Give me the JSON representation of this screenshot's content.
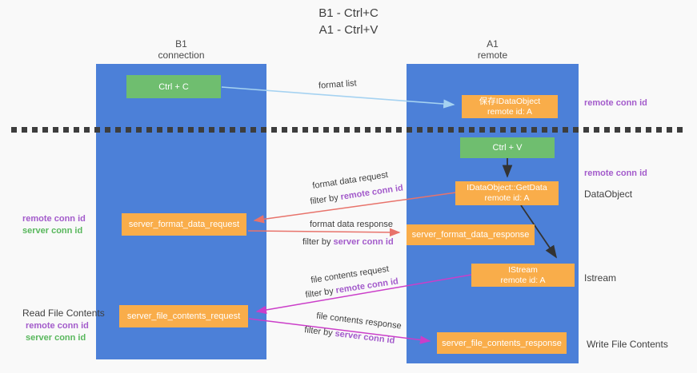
{
  "title": {
    "line1": "B1 - Ctrl+C",
    "line2": "A1 - Ctrl+V"
  },
  "columns": {
    "left": {
      "name": "B1",
      "role": "connection"
    },
    "right": {
      "name": "A1",
      "role": "remote"
    }
  },
  "boxes": {
    "ctrl_c": {
      "label": "Ctrl + C"
    },
    "save_idataobject": {
      "line1": "保存IDataObject",
      "line2": "remote id: A"
    },
    "ctrl_v": {
      "label": "Ctrl + V"
    },
    "idataobject_getdata": {
      "line1": "IDataObject::GetData",
      "line2": "remote id: A"
    },
    "server_format_data_request": {
      "label": "server_format_data_request"
    },
    "server_format_data_response": {
      "label": "server_format_data_response"
    },
    "istream": {
      "line1": "IStream",
      "line2": "remote id: A"
    },
    "server_file_contents_request": {
      "label": "server_file_contents_request"
    },
    "server_file_contents_response": {
      "label": "server_file_contents_response"
    }
  },
  "flow_labels": {
    "format_list": "format list",
    "format_data_request": "format data request",
    "format_data_response": "format data response",
    "file_contents_request": "file contents request",
    "file_contents_response": "file contents response",
    "filter_by": "filter by",
    "remote_conn_id": "remote conn id",
    "server_conn_id": "server conn id"
  },
  "side_labels": {
    "left": {
      "remote_conn_id_1": "remote conn id",
      "server_conn_id_1": "server conn id",
      "read_file_contents": "Read File Contents",
      "remote_conn_id_2": "remote conn id",
      "server_conn_id_2": "server conn id"
    },
    "right": {
      "remote_conn_id_1": "remote conn id",
      "remote_conn_id_2": "remote conn id",
      "dataobject": "DataObject",
      "istream": "Istream",
      "write_file_contents": "Write File Contents"
    }
  },
  "colors": {
    "column_blue": "#4c80d8",
    "box_green": "#6fbe6f",
    "box_orange": "#f9ad4a",
    "purple_id": "#a35bcb",
    "green_id": "#58b75c",
    "arrow_red": "#e8736b",
    "arrow_magenta": "#cb3ec9",
    "arrow_blue_light": "#a5d2f1",
    "arrow_black": "#333333",
    "dashed_line": "#3d3d3d",
    "text_dark": "#3f3f3f",
    "background": "#f9f9f9"
  }
}
